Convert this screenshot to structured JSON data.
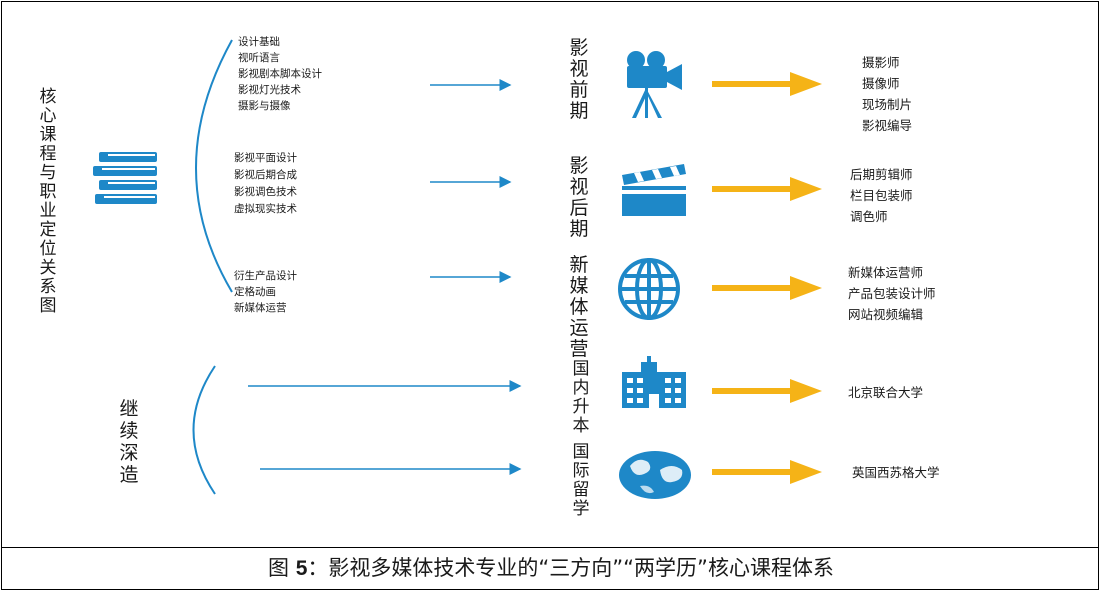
{
  "side_title": "核心课程与职业定位关系图",
  "further_title": "继续深造",
  "groups": [
    {
      "courses": [
        "设计基础",
        "视听语言",
        "影视剧本脚本设计",
        "影视灯光技术",
        "摄影与摄像"
      ],
      "stage": "影视前期",
      "icon": "movie-camera-icon",
      "jobs": [
        "摄影师",
        "摄像师",
        "现场制片",
        "影视编导"
      ]
    },
    {
      "courses": [
        "影视平面设计",
        "影视后期合成",
        "影视调色技术",
        "虚拟现实技术"
      ],
      "stage": "影视后期",
      "icon": "clapperboard-icon",
      "jobs": [
        "后期剪辑师",
        "栏目包装师",
        "调色师"
      ]
    },
    {
      "courses": [
        "衍生产品设计",
        "定格动画",
        "新媒体运营"
      ],
      "stage": "新媒体运营",
      "icon": "globe-grid-icon",
      "jobs": [
        "新媒体运营师",
        "产品包装设计师",
        "网站视频编辑"
      ]
    }
  ],
  "further": [
    {
      "stage": "国内升本",
      "icon": "university-building-icon",
      "jobs": [
        "北京联合大学"
      ]
    },
    {
      "stage": "国际留学",
      "icon": "earth-icon",
      "jobs": [
        "英国西苏格大学"
      ]
    }
  ],
  "caption": {
    "prefix": "图 ",
    "number": "5",
    "text": "：影视多媒体技术专业的“三方向”“两学历”核心课程体系"
  },
  "colors": {
    "accent_blue": "#1e88c8",
    "arrow_yellow": "#f5b317",
    "text": "#1a1a1a"
  }
}
